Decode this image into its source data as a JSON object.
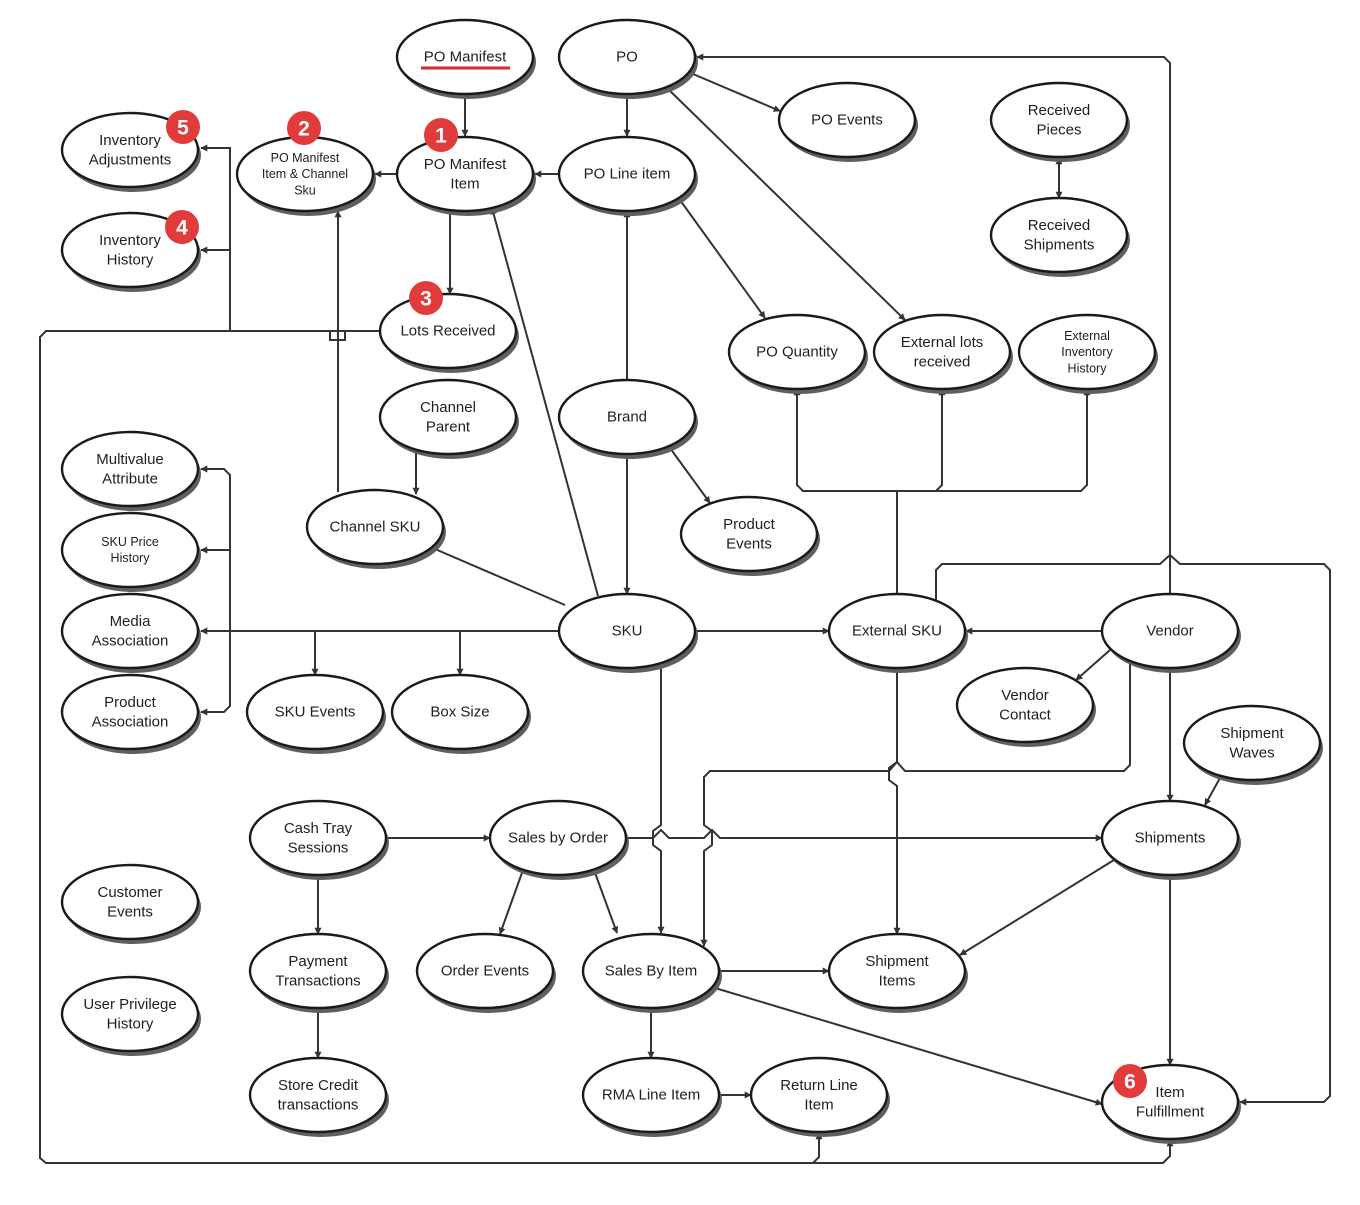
{
  "colors": {
    "badge": "#e23b3b",
    "underline": "#d62b2b",
    "edge": "#333333",
    "node_border": "#1a1a1a"
  },
  "nodes": {
    "po_manifest": {
      "lines": [
        "PO Manifest"
      ]
    },
    "po": {
      "lines": [
        "PO"
      ]
    },
    "po_events": {
      "lines": [
        "PO Events"
      ]
    },
    "received_pieces": {
      "lines": [
        "Received",
        "Pieces"
      ]
    },
    "received_shipments": {
      "lines": [
        "Received",
        "Shipments"
      ]
    },
    "inventory_adjustments": {
      "lines": [
        "Inventory",
        "Adjustments"
      ]
    },
    "po_manifest_item_channel_sku": {
      "lines": [
        "PO Manifest",
        "Item & Channel",
        "Sku"
      ]
    },
    "po_manifest_item": {
      "lines": [
        "PO Manifest",
        "Item"
      ]
    },
    "po_line_item": {
      "lines": [
        "PO Line item"
      ]
    },
    "inventory_history": {
      "lines": [
        "Inventory",
        "History"
      ]
    },
    "lots_received": {
      "lines": [
        "Lots Received"
      ]
    },
    "po_quantity": {
      "lines": [
        "PO Quantity"
      ]
    },
    "external_lots_received": {
      "lines": [
        "External lots",
        "received"
      ]
    },
    "external_inventory_history": {
      "lines": [
        "External",
        "Inventory",
        "History"
      ]
    },
    "channel_parent": {
      "lines": [
        "Channel",
        "Parent"
      ]
    },
    "brand": {
      "lines": [
        "Brand"
      ]
    },
    "multivalue_attribute": {
      "lines": [
        "Multivalue",
        "Attribute"
      ]
    },
    "channel_sku": {
      "lines": [
        "Channel SKU"
      ]
    },
    "product_events": {
      "lines": [
        "Product",
        "Events"
      ]
    },
    "sku_price_history": {
      "lines": [
        "SKU Price",
        "History"
      ]
    },
    "media_association": {
      "lines": [
        "Media",
        "Association"
      ]
    },
    "sku": {
      "lines": [
        "SKU"
      ]
    },
    "external_sku": {
      "lines": [
        "External SKU"
      ]
    },
    "vendor": {
      "lines": [
        "Vendor"
      ]
    },
    "vendor_contact": {
      "lines": [
        "Vendor",
        "Contact"
      ]
    },
    "product_association": {
      "lines": [
        "Product",
        "Association"
      ]
    },
    "sku_events": {
      "lines": [
        "SKU Events"
      ]
    },
    "box_size": {
      "lines": [
        "Box Size"
      ]
    },
    "shipment_waves": {
      "lines": [
        "Shipment",
        "Waves"
      ]
    },
    "cash_tray_sessions": {
      "lines": [
        "Cash Tray",
        "Sessions"
      ]
    },
    "sales_by_order": {
      "lines": [
        "Sales by Order"
      ]
    },
    "shipments": {
      "lines": [
        "Shipments"
      ]
    },
    "customer_events": {
      "lines": [
        "Customer",
        "Events"
      ]
    },
    "payment_transactions": {
      "lines": [
        "Payment",
        "Transactions"
      ]
    },
    "order_events": {
      "lines": [
        "Order Events"
      ]
    },
    "sales_by_item": {
      "lines": [
        "Sales By Item"
      ]
    },
    "shipment_items": {
      "lines": [
        "Shipment",
        "Items"
      ]
    },
    "user_privilege_history": {
      "lines": [
        "User Privilege",
        "History"
      ]
    },
    "store_credit_transactions": {
      "lines": [
        "Store Credit",
        "transactions"
      ]
    },
    "rma_line_item": {
      "lines": [
        "RMA Line Item"
      ]
    },
    "return_line_item": {
      "lines": [
        "Return Line",
        "Item"
      ]
    },
    "item_fulfillment": {
      "lines": [
        "Item",
        "Fulfillment"
      ]
    }
  },
  "badges": {
    "po_manifest_item": "1",
    "po_manifest_item_channel_sku": "2",
    "lots_received": "3",
    "inventory_history": "4",
    "inventory_adjustments": "5",
    "item_fulfillment": "6"
  }
}
